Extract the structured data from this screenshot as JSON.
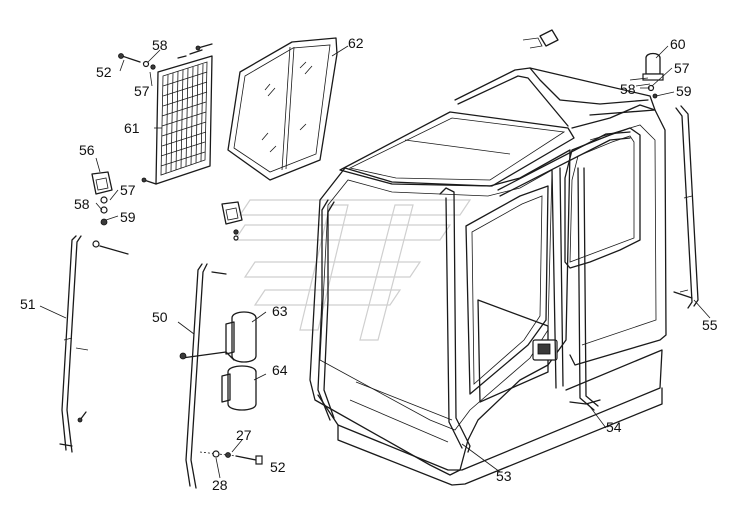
{
  "labels": [
    {
      "id": "52",
      "text": "52"
    },
    {
      "id": "58",
      "text": "58"
    },
    {
      "id": "57",
      "text": "57"
    },
    {
      "id": "61",
      "text": "61"
    },
    {
      "id": "62",
      "text": "62"
    },
    {
      "id": "56",
      "text": "56"
    },
    {
      "id": "57b",
      "text": "57"
    },
    {
      "id": "58b",
      "text": "58"
    },
    {
      "id": "59",
      "text": "59"
    },
    {
      "id": "51",
      "text": "51"
    },
    {
      "id": "50",
      "text": "50"
    },
    {
      "id": "63",
      "text": "63"
    },
    {
      "id": "64",
      "text": "64"
    },
    {
      "id": "27",
      "text": "27"
    },
    {
      "id": "28",
      "text": "28"
    },
    {
      "id": "52b",
      "text": "52"
    },
    {
      "id": "53",
      "text": "53"
    },
    {
      "id": "54",
      "text": "54"
    },
    {
      "id": "55",
      "text": "55"
    },
    {
      "id": "60",
      "text": "60"
    },
    {
      "id": "57c",
      "text": "57"
    },
    {
      "id": "58c",
      "text": "58"
    },
    {
      "id": "59b",
      "text": "59"
    }
  ]
}
